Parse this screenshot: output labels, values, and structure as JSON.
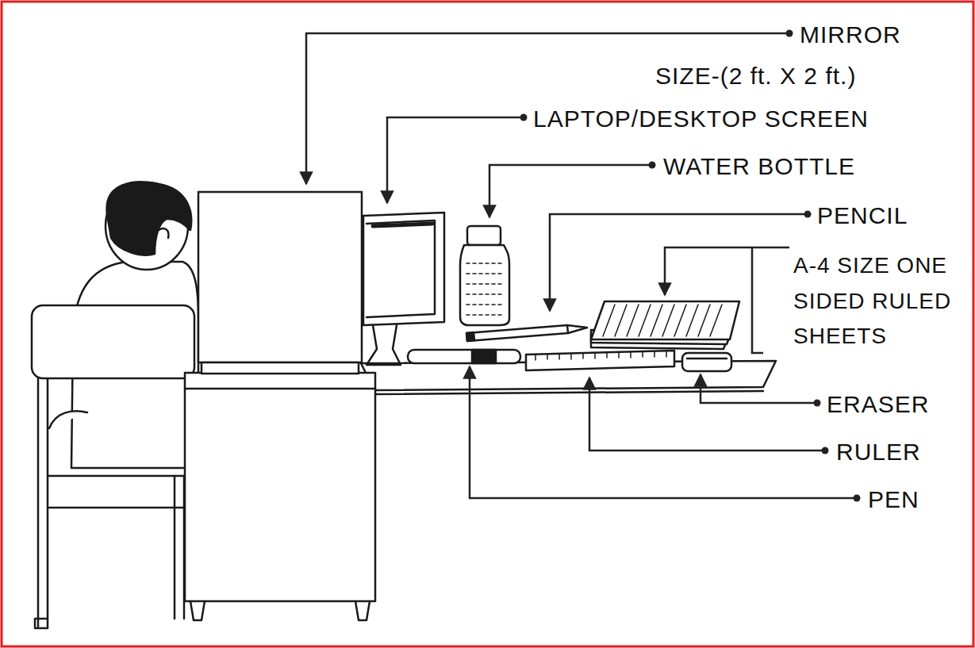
{
  "diagram": {
    "labels": [
      "MIRROR",
      "SIZE-(2 ft. X 2 ft.)",
      "LAPTOP/DESKTOP SCREEN",
      "WATER BOTTLE",
      "PENCIL",
      "A-4 SIZE ONE SIDED RULED SHEETS",
      "ERASER",
      "RULER",
      "PEN"
    ]
  }
}
